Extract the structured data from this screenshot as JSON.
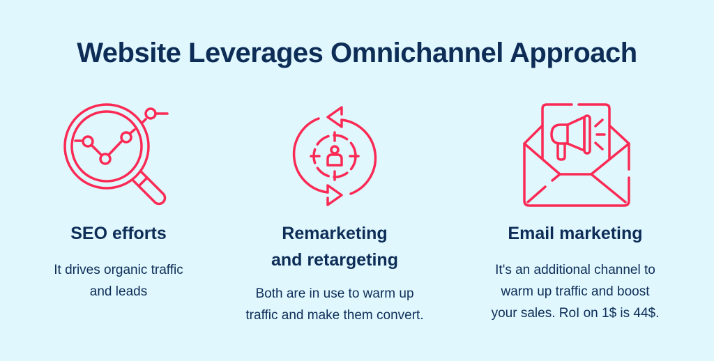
{
  "title": "Website Leverages Omnichannel Approach",
  "accent_color": "#fa2a55",
  "text_color": "#0d2d57",
  "background_color": "#e0f7fd",
  "columns": [
    {
      "icon": "magnifier-chart-icon",
      "heading_line1": "SEO efforts",
      "desc_line1": "It drives organic traffic",
      "desc_line2": "and leads"
    },
    {
      "icon": "retarget-cycle-icon",
      "heading_line1": "Remarketing",
      "heading_line2": "and retargeting",
      "desc_line1": "Both are in use to warm up",
      "desc_line2": "traffic and make them convert."
    },
    {
      "icon": "envelope-megaphone-icon",
      "heading_line1": "Email marketing",
      "desc_line1": "It's an additional channel to",
      "desc_line2": "warm up traffic and boost",
      "desc_line3": "your sales. RoI on 1$ is 44$."
    }
  ]
}
